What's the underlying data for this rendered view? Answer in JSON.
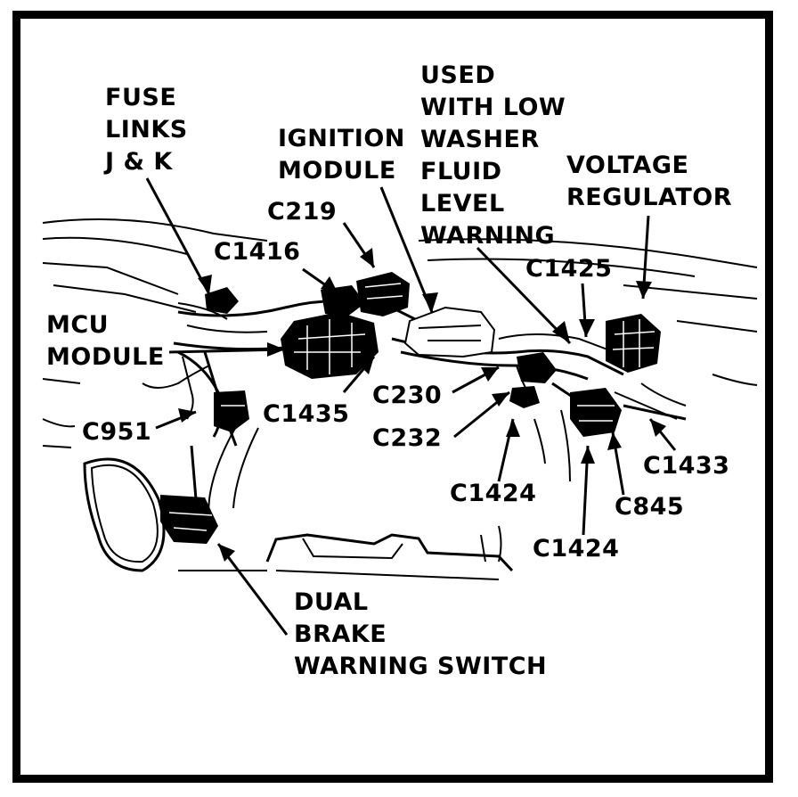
{
  "labels": {
    "fuse_links": [
      "FUSE",
      "LINKS",
      "J & K"
    ],
    "ignition_module": [
      "IGNITION",
      "MODULE"
    ],
    "washer_fluid": [
      "USED",
      "WITH LOW",
      "WASHER",
      "FLUID",
      "LEVEL",
      "WARNING"
    ],
    "voltage_regulator": [
      "VOLTAGE",
      "REGULATOR"
    ],
    "c219": "C219",
    "c1416": "C1416",
    "c1425": "C1425",
    "mcu_module": [
      "MCU",
      "MODULE"
    ],
    "c230": "C230",
    "c1435": "C1435",
    "c232": "C232",
    "c951": "C951",
    "c1433": "C1433",
    "c1424_left": "C1424",
    "c845": "C845",
    "c1424_right": "C1424",
    "dual_brake": [
      "DUAL",
      "BRAKE",
      "WARNING SWITCH"
    ]
  }
}
